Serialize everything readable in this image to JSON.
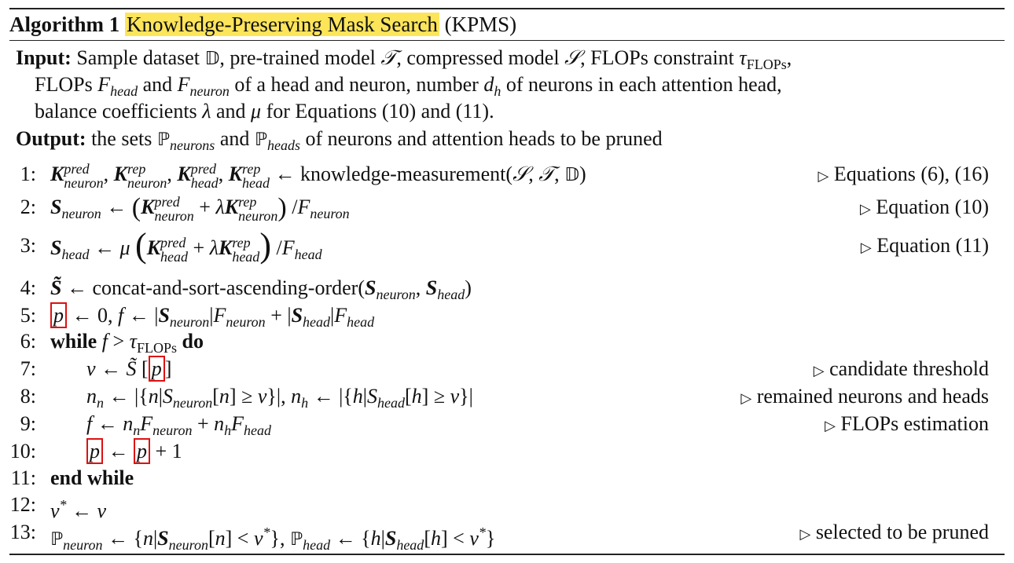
{
  "algorithm": {
    "label": "Algorithm 1",
    "name": "Knowledge-Preserving Mask Search",
    "abbr": "(KPMS)"
  },
  "input": {
    "label": "Input:",
    "line1": "Sample dataset 𝔻, pre-trained model 𝒯, compressed model 𝒮, FLOPs constraint τFLOPs,",
    "line2": "FLOPs Fhead and Fneuron of a head and neuron, number dh of neurons in each attention head,",
    "line3": "balance coefficients λ and μ for Equations (10) and (11)."
  },
  "output": {
    "label": "Output:",
    "text": "the sets ℙneurons and ℙheads of neurons and attention heads to be pruned"
  },
  "steps": [
    {
      "num": "1:",
      "comment": "Equations (6), (16)",
      "fn": "knowledge-measurement"
    },
    {
      "num": "2:",
      "comment": "Equation (10)"
    },
    {
      "num": "3:",
      "comment": "Equation (11)"
    },
    {
      "num": "4:",
      "fn": "concat-and-sort-ascending-order"
    },
    {
      "num": "5:"
    },
    {
      "num": "6:",
      "kw_while": "while",
      "kw_do": "do"
    },
    {
      "num": "7:",
      "comment": "candidate threshold"
    },
    {
      "num": "8:",
      "comment": "remained neurons and heads"
    },
    {
      "num": "9:",
      "comment": "FLOPs estimation"
    },
    {
      "num": "10:"
    },
    {
      "num": "11:",
      "kw": "end while"
    },
    {
      "num": "12:"
    },
    {
      "num": "13:",
      "comment": "selected to be pruned"
    }
  ]
}
